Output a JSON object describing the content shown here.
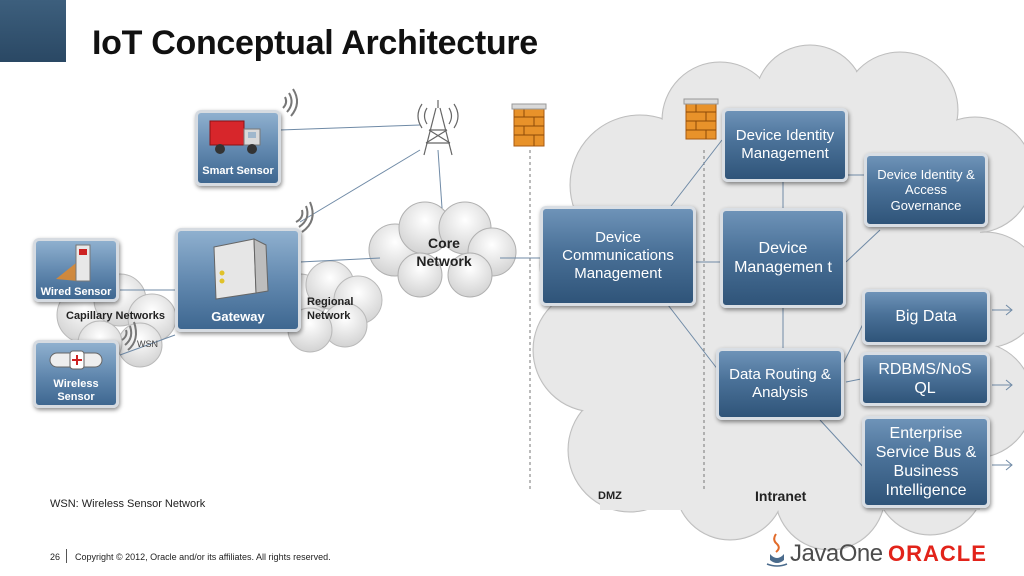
{
  "title": "IoT Conceptual Architecture",
  "nodes": {
    "smart_sensor": "Smart Sensor",
    "wired_sensor": "Wired Sensor",
    "wireless_sensor": "Wireless Sensor",
    "gateway": "Gateway",
    "capillary_networks": "Capillary Networks",
    "wsn": "WSN",
    "regional_network": "Regional Network",
    "core_network": "Core Network",
    "device_communications_management": "Device Communications Management",
    "device_identity_management": "Device Identity Management",
    "device_management": "Device Managemen t",
    "data_routing_analysis": "Data Routing & Analysis",
    "device_identity_access_governance": "Device Identity & Access Governance",
    "big_data": "Big Data",
    "rdbms_nosql": "RDBMS/NoS QL",
    "enterprise_service_bus": "Enterprise Service Bus & Business Intelligence"
  },
  "zones": {
    "dmz": "DMZ",
    "intranet": "Intranet"
  },
  "legend_note": "WSN: Wireless Sensor Network",
  "footer": {
    "page_number": "26",
    "copyright": "Copyright © 2012, Oracle and/or its affiliates. All rights reserved."
  },
  "logos": {
    "javaone": "JavaOne",
    "oracle": "ORACLE"
  },
  "colors": {
    "box_blue": "#4a7198",
    "cloud_gray": "#e6e6e6",
    "oracle_red": "#e2231a"
  }
}
